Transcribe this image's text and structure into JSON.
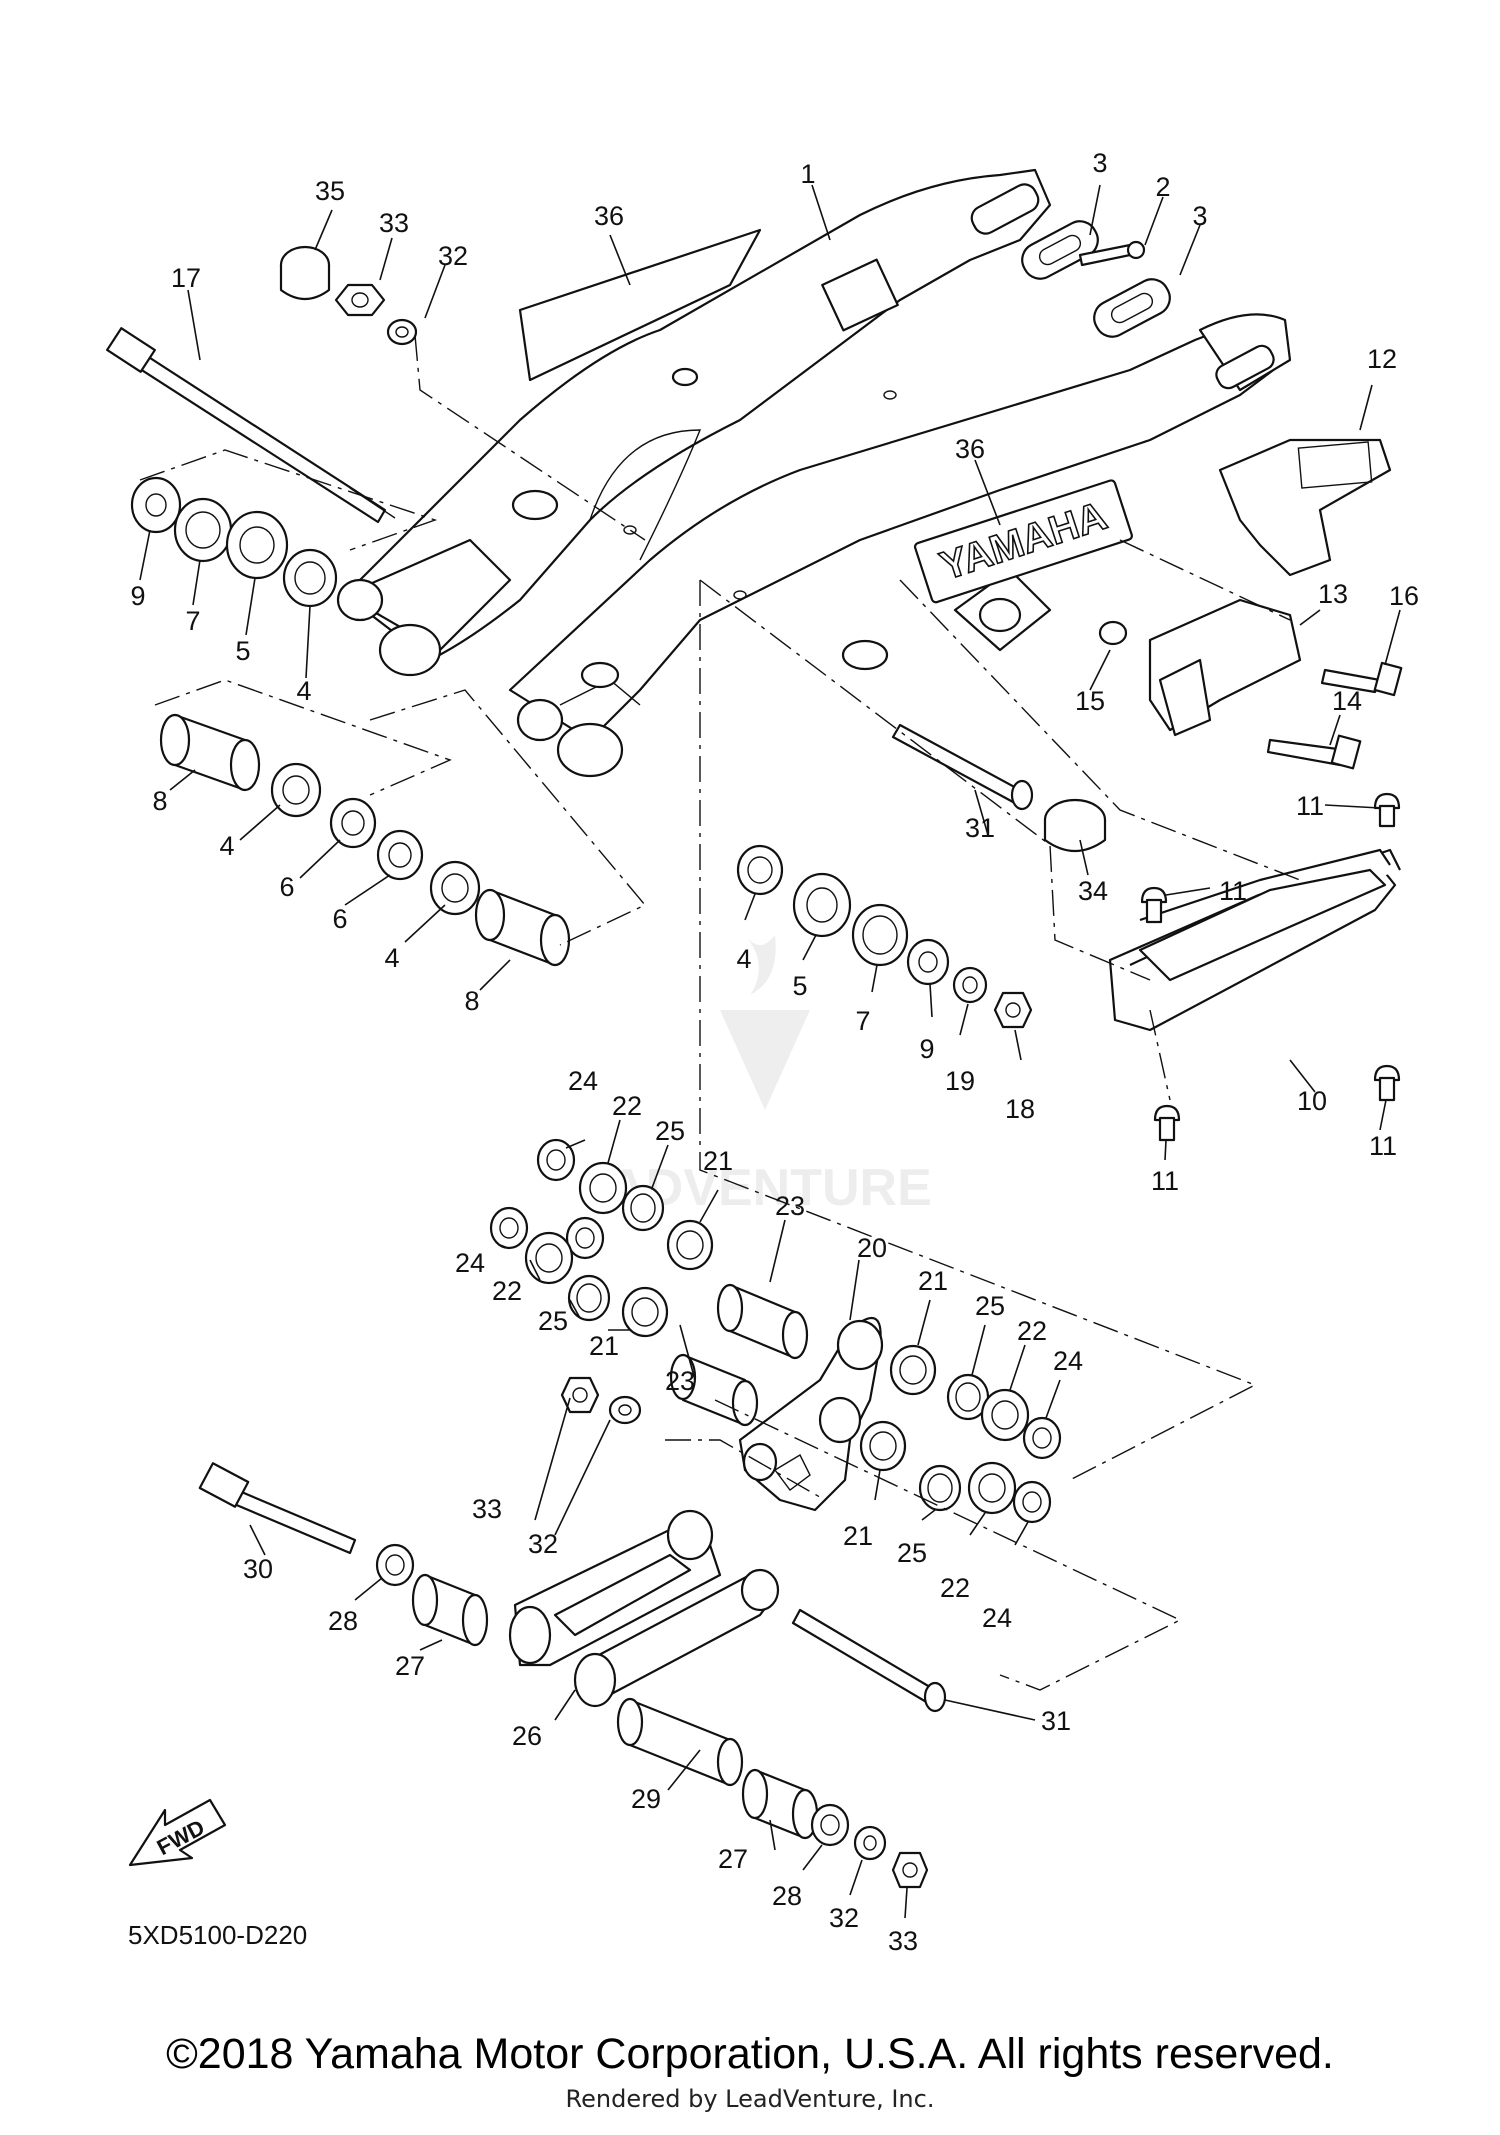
{
  "diagram_code": "5XD5100-D220",
  "copyright": "©2018 Yamaha Motor Corporation, U.S.A. All rights reserved.",
  "rendered_by": "Rendered by LeadVenture, Inc.",
  "fwd_label": "FWD",
  "decal_text": "YAMAHA",
  "watermark_text": "ADVENTURE",
  "callouts": [
    "1",
    "2",
    "3",
    "3",
    "4",
    "4",
    "4",
    "4",
    "5",
    "5",
    "6",
    "6",
    "7",
    "7",
    "8",
    "8",
    "9",
    "9",
    "10",
    "11",
    "11",
    "11",
    "11",
    "12",
    "13",
    "14",
    "15",
    "16",
    "17",
    "18",
    "19",
    "20",
    "21",
    "21",
    "21",
    "21",
    "22",
    "22",
    "22",
    "22",
    "23",
    "23",
    "24",
    "24",
    "24",
    "24",
    "25",
    "25",
    "25",
    "25",
    "26",
    "27",
    "27",
    "28",
    "28",
    "29",
    "30",
    "31",
    "31",
    "32",
    "32",
    "32",
    "33",
    "33",
    "33",
    "34",
    "35",
    "36",
    "36"
  ]
}
